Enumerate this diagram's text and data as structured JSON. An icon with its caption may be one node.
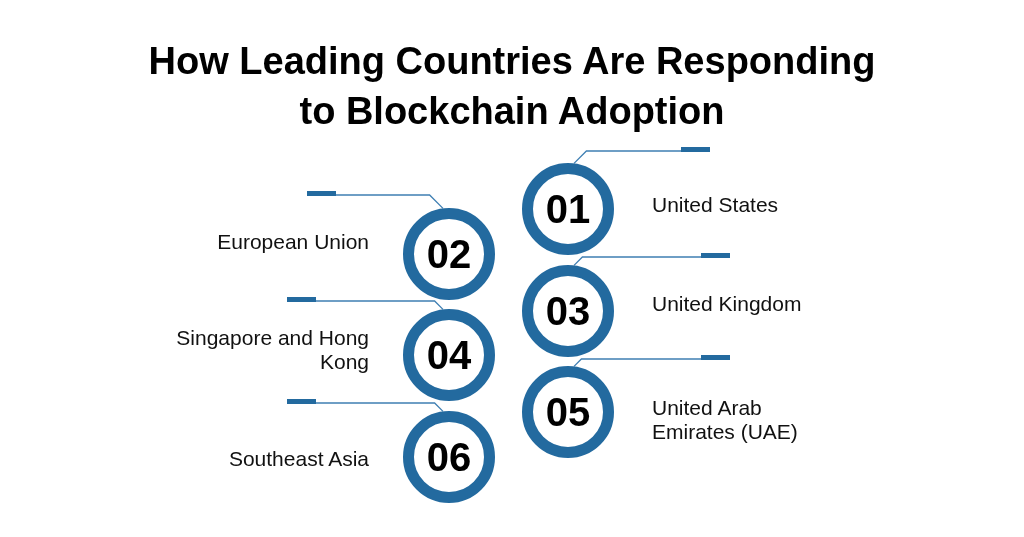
{
  "diagram": {
    "title": "How Leading Countries Are Responding to Blockchain Adoption",
    "nodes": [
      {
        "text": [
          "01"
        ],
        "beside": [
          "United States"
        ]
      },
      {
        "text": [
          "02"
        ],
        "beside": [
          "European Union"
        ]
      },
      {
        "text": [
          "03"
        ],
        "beside": [
          "United Kingdom"
        ]
      },
      {
        "text": [
          "04"
        ],
        "beside": [
          "Singapore and Hong Kong"
        ]
      },
      {
        "text": [
          "05"
        ],
        "beside": [
          "United Arab Emirates (UAE)"
        ]
      },
      {
        "text": [
          "06"
        ],
        "beside": [
          "Southeast Asia"
        ]
      },
      {
        "text": [],
        "shape": "bar"
      },
      {
        "text": [],
        "shape": "bar"
      },
      {
        "text": [],
        "shape": "bar"
      },
      {
        "text": [],
        "shape": "bar"
      },
      {
        "text": [],
        "shape": "bar"
      },
      {
        "text": [],
        "shape": "bar"
      }
    ],
    "edges": [
      {
        "from": 0,
        "to": 6,
        "arrow": "none"
      },
      {
        "from": 1,
        "to": 7,
        "arrow": "none"
      },
      {
        "from": 2,
        "to": 8,
        "arrow": "none"
      },
      {
        "from": 3,
        "to": 9,
        "arrow": "none"
      },
      {
        "from": 4,
        "to": 10,
        "arrow": "none"
      },
      {
        "from": 5,
        "to": 11,
        "arrow": "none"
      }
    ]
  }
}
